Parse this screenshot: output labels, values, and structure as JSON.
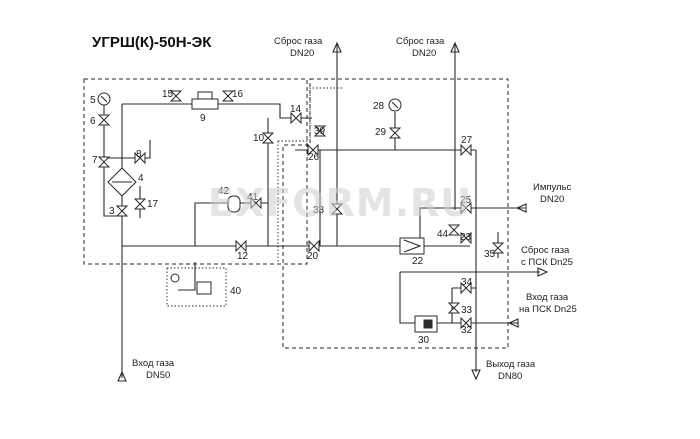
{
  "title": "УГРШ(К)-50Н-ЭК",
  "watermark": "EXFORM.RU",
  "labels": {
    "vent_left_1": "Сброс газа",
    "vent_left_2": "DN20",
    "vent_right_1": "Сброс газа",
    "vent_right_2": "DN20",
    "impulse_1": "Импульс",
    "impulse_2": "DN20",
    "psk_vent_1": "Сброс газа",
    "psk_vent_2": "с ПСК Dn25",
    "psk_in_1": "Вход газа",
    "psk_in_2": "на ПСК Dn25",
    "outlet_1": "Выход газа",
    "outlet_2": "DN80",
    "inlet_1": "Вход газа",
    "inlet_2": "DN50"
  },
  "numbers": {
    "n3": "3",
    "n4": "4",
    "n5": "5",
    "n6": "6",
    "n7": "7",
    "n8": "8",
    "n9": "9",
    "n10": "10",
    "n12": "12",
    "n14": "14",
    "n15": "15",
    "n16": "16",
    "n17": "17",
    "n20": "20",
    "n22": "22",
    "n23": "23",
    "n25": "25",
    "n26": "26",
    "n27": "27",
    "n28": "28",
    "n29": "29",
    "n30": "30",
    "n32": "32",
    "n33": "33",
    "n34": "34",
    "n35": "35",
    "n38": "38",
    "n39": "39",
    "n40": "40",
    "n41": "41",
    "n42": "42",
    "n44": "44"
  }
}
